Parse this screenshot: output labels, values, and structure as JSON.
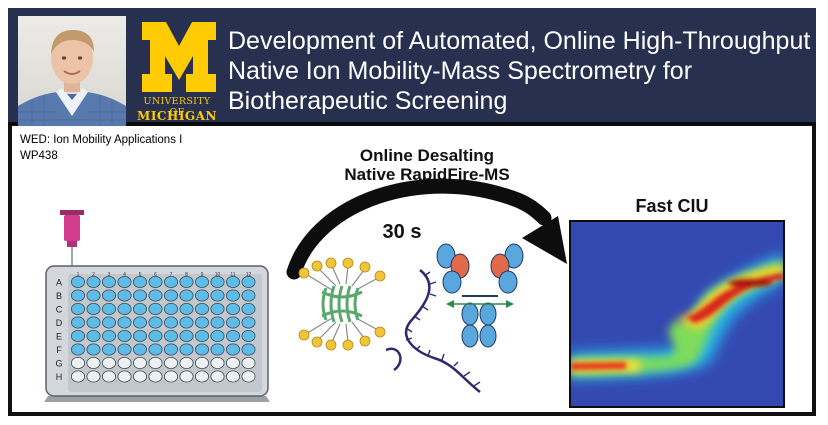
{
  "header": {
    "title_lines": [
      "Development of Automated, Online High-Throughput",
      "Native Ion Mobility-Mass Spectrometry for",
      "Biotherapeutic Screening"
    ],
    "logo": {
      "university_of": "UNIVERSITY OF",
      "michigan": "MICHIGAN",
      "colors": {
        "maize": "#ffcb05",
        "blue": "#27304e"
      }
    }
  },
  "session": {
    "line1": "WED: Ion Mobility Applications I",
    "line2": "WP438"
  },
  "graphic": {
    "method_line1": "Online Desalting",
    "method_line2": "Native RapidFire-MS",
    "time_label": "30 s",
    "ciu_label": "Fast CIU",
    "plate_rows": [
      "A",
      "B",
      "C",
      "D",
      "E",
      "F",
      "G",
      "H"
    ],
    "plate_cols": [
      "1",
      "2",
      "3",
      "4",
      "5",
      "6",
      "7",
      "8",
      "9",
      "10",
      "11",
      "12"
    ],
    "filled_rows": 6,
    "colors": {
      "well_fill": "#5dbde8",
      "well_empty": "#eef1f4",
      "needle": "#d23c8c"
    }
  }
}
